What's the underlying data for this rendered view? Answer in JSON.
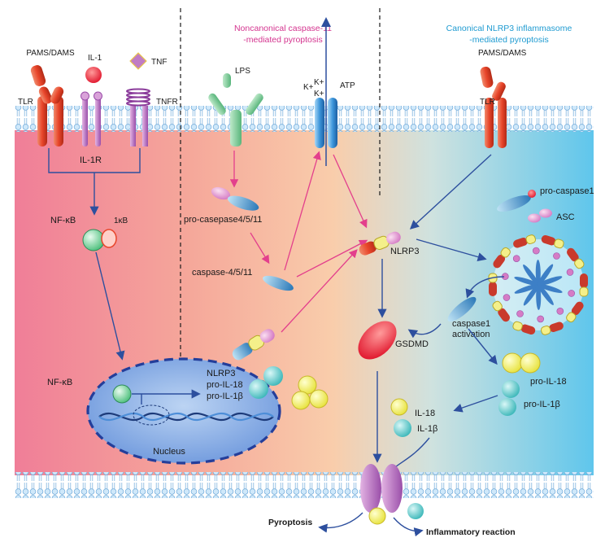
{
  "colors": {
    "panel_left": "#f07e98",
    "panel_mid": "#f7c7a8",
    "panel_right": "#5fc6ec",
    "membrane": "#d8eefb",
    "arrow_blue": "#2d4f9e",
    "arrow_pink": "#e33f8c",
    "caption_pink": "#d4348f",
    "caption_blue": "#1f9bd1"
  },
  "captions": {
    "noncanonical_line1": "Noncanonical caspase-11",
    "noncanonical_line2": "-mediated pyroptosis",
    "canonical_line1": "Canonical NLRP3 inflammasome",
    "canonical_line2": "-mediated pyroptosis"
  },
  "receptors": {
    "pams_dams_left": "PAMS/DAMS",
    "il1": "IL-1",
    "tnf": "TNF",
    "tlr_left": "TLR",
    "tnfr": "TNFR",
    "il1r": "IL-1R",
    "lps": "LPS",
    "k_ions": [
      "K+",
      "K+",
      "K+"
    ],
    "atp": "ATP",
    "pams_dams_right": "PAMS/DAMS",
    "tlr_right": "TLR"
  },
  "pathway": {
    "nfkb": "NF-κB",
    "ikb": "1κB",
    "pro_caspase": "pro-casepase4/5/11",
    "caspase": "caspase-4/5/11",
    "nlrp3": "NLRP3",
    "pro_caspase1": "pro-caspase1",
    "asc": "ASC",
    "caspase1_line1": "caspase1",
    "caspase1_line2": "activation",
    "gsdmd": "GSDMD"
  },
  "nucleus": {
    "nfkb": "NF-κB",
    "nlrp3": "NLRP3",
    "pro_il18": "pro-IL-18",
    "pro_il1b": "pro-IL-1β",
    "label": "Nucleus"
  },
  "cytokines": {
    "pro_il18": "pro-IL-18",
    "pro_il1b": "pro-IL-1β",
    "il18": "IL-18",
    "il1b": "IL-1β"
  },
  "outcomes": {
    "pyroptosis": "Pyroptosis",
    "inflammatory": "Inflammatory reaction"
  }
}
